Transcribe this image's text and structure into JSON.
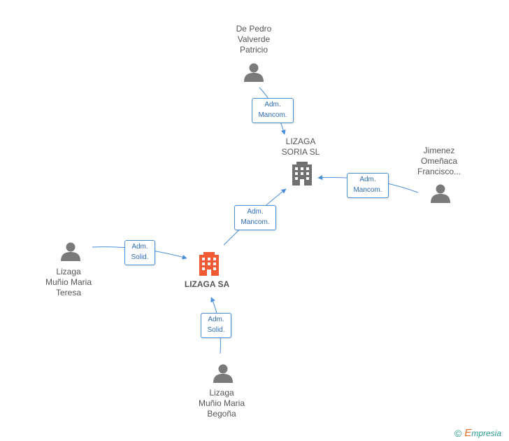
{
  "nodes": {
    "de_pedro": {
      "label": "De Pedro\nValverde\nPatricio",
      "icon": "person-icon"
    },
    "lizaga_soria": {
      "label": "LIZAGA\nSORIA SL",
      "icon": "building-icon"
    },
    "jimenez": {
      "label": "Jimenez\nOmeñaca\nFrancisco...",
      "icon": "person-icon"
    },
    "lizaga_sa": {
      "label": "LIZAGA SA",
      "icon": "building-icon"
    },
    "teresa": {
      "label": "Lizaga\nMuñio Maria\nTeresa",
      "icon": "person-icon"
    },
    "begona": {
      "label": "Lizaga\nMuñio Maria\nBegoña",
      "icon": "person-icon"
    }
  },
  "edges": {
    "de_pedro_to_soria": "Adm.\nMancom.",
    "jimenez_to_soria": "Adm.\nMancom.",
    "sa_to_soria": "Adm.\nMancom.",
    "teresa_to_sa": "Adm.\nSolid.",
    "begona_to_sa": "Adm.\nSolid."
  },
  "colors": {
    "edge": "#4a8fd6",
    "person": "#7a7a7a",
    "building_main": "#f05a35",
    "building_other": "#707070"
  },
  "footer": {
    "copyright": "©",
    "brand_initial": "E",
    "brand_rest": "mpresia"
  }
}
